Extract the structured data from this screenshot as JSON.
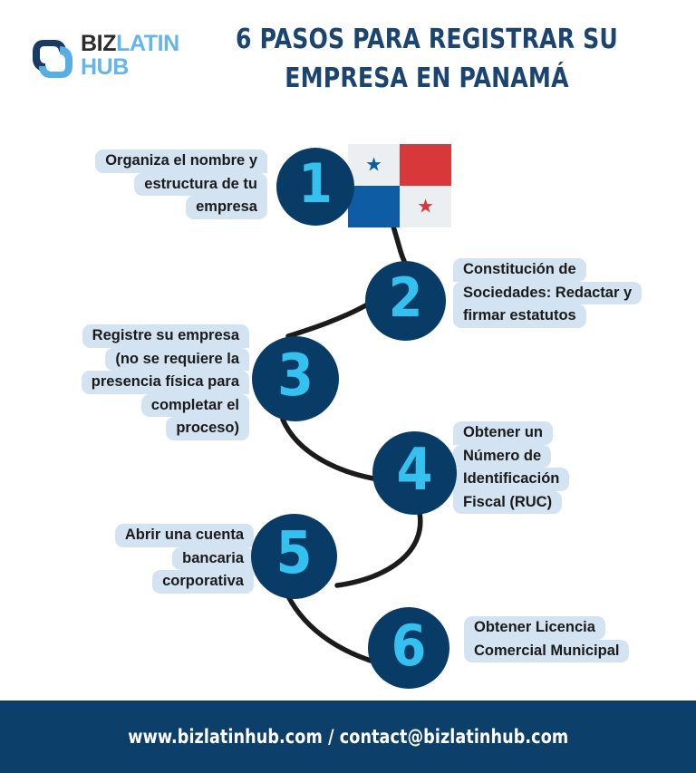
{
  "header": {
    "logo": {
      "icon": "bizlatinhub-interlock-logo-icon",
      "text_biz": "BIZ",
      "text_latin": "LATIN",
      "text_hub": "HUB",
      "color_dark": "#2b2b2b",
      "color_light": "#66b5e8"
    },
    "title": "6 PASOS PARA REGISTRAR SU EMPRESA EN PANAMÁ",
    "title_color": "#1b4570"
  },
  "flag": {
    "name": "panama-flag",
    "quadrants": [
      {
        "fill": "#eceff2",
        "star": "★",
        "star_color": "#0d5ca4"
      },
      {
        "fill": "#d8383a",
        "star": "",
        "star_color": ""
      },
      {
        "fill": "#0d5ca4",
        "star": "",
        "star_color": ""
      },
      {
        "fill": "#eceff2",
        "star": "★",
        "star_color": "#d8383a"
      }
    ]
  },
  "theme": {
    "circle_fill": "#083c66",
    "circle_number_color": "#35c1ef",
    "bubble_fill": "#d3e3f2",
    "bubble_text_color": "#1a1a1a",
    "connector_color": "#1b1b1b",
    "footer_bg": "#0d3f6b",
    "footer_text_color": "#ffffff"
  },
  "steps": [
    {
      "number": "1",
      "side": "left",
      "lines": [
        "Organiza el nombre y",
        "estructura de tu",
        "empresa"
      ],
      "full_text": "Organiza el nombre y estructura de tu empresa"
    },
    {
      "number": "2",
      "side": "right",
      "lines": [
        "Constitución de",
        "Sociedades: Redactar y",
        "firmar estatutos"
      ],
      "full_text": "Constitución de Sociedades: Redactar y firmar estatutos"
    },
    {
      "number": "3",
      "side": "left",
      "lines": [
        "Registre su empresa",
        "(no se requiere la",
        "presencia física para",
        "completar el",
        "proceso)"
      ],
      "full_text": "Registre su empresa (no se requiere la presencia física para completar el proceso)"
    },
    {
      "number": "4",
      "side": "right",
      "lines": [
        "Obtener un",
        "Número de",
        "Identificación",
        "Fiscal (RUC)"
      ],
      "full_text": "Obtener un Número de Identificación Fiscal (RUC)"
    },
    {
      "number": "5",
      "side": "left",
      "lines": [
        "Abrir una cuenta",
        "bancaria",
        "corporativa"
      ],
      "full_text": "Abrir una cuenta bancaria corporativa"
    },
    {
      "number": "6",
      "side": "right",
      "lines": [
        "Obtener Licencia",
        "Comercial Municipal"
      ],
      "full_text": "Obtener Licencia Comercial Municipal"
    }
  ],
  "footer": {
    "text": "www.bizlatinhub.com / contact@bizlatinhub.com"
  }
}
